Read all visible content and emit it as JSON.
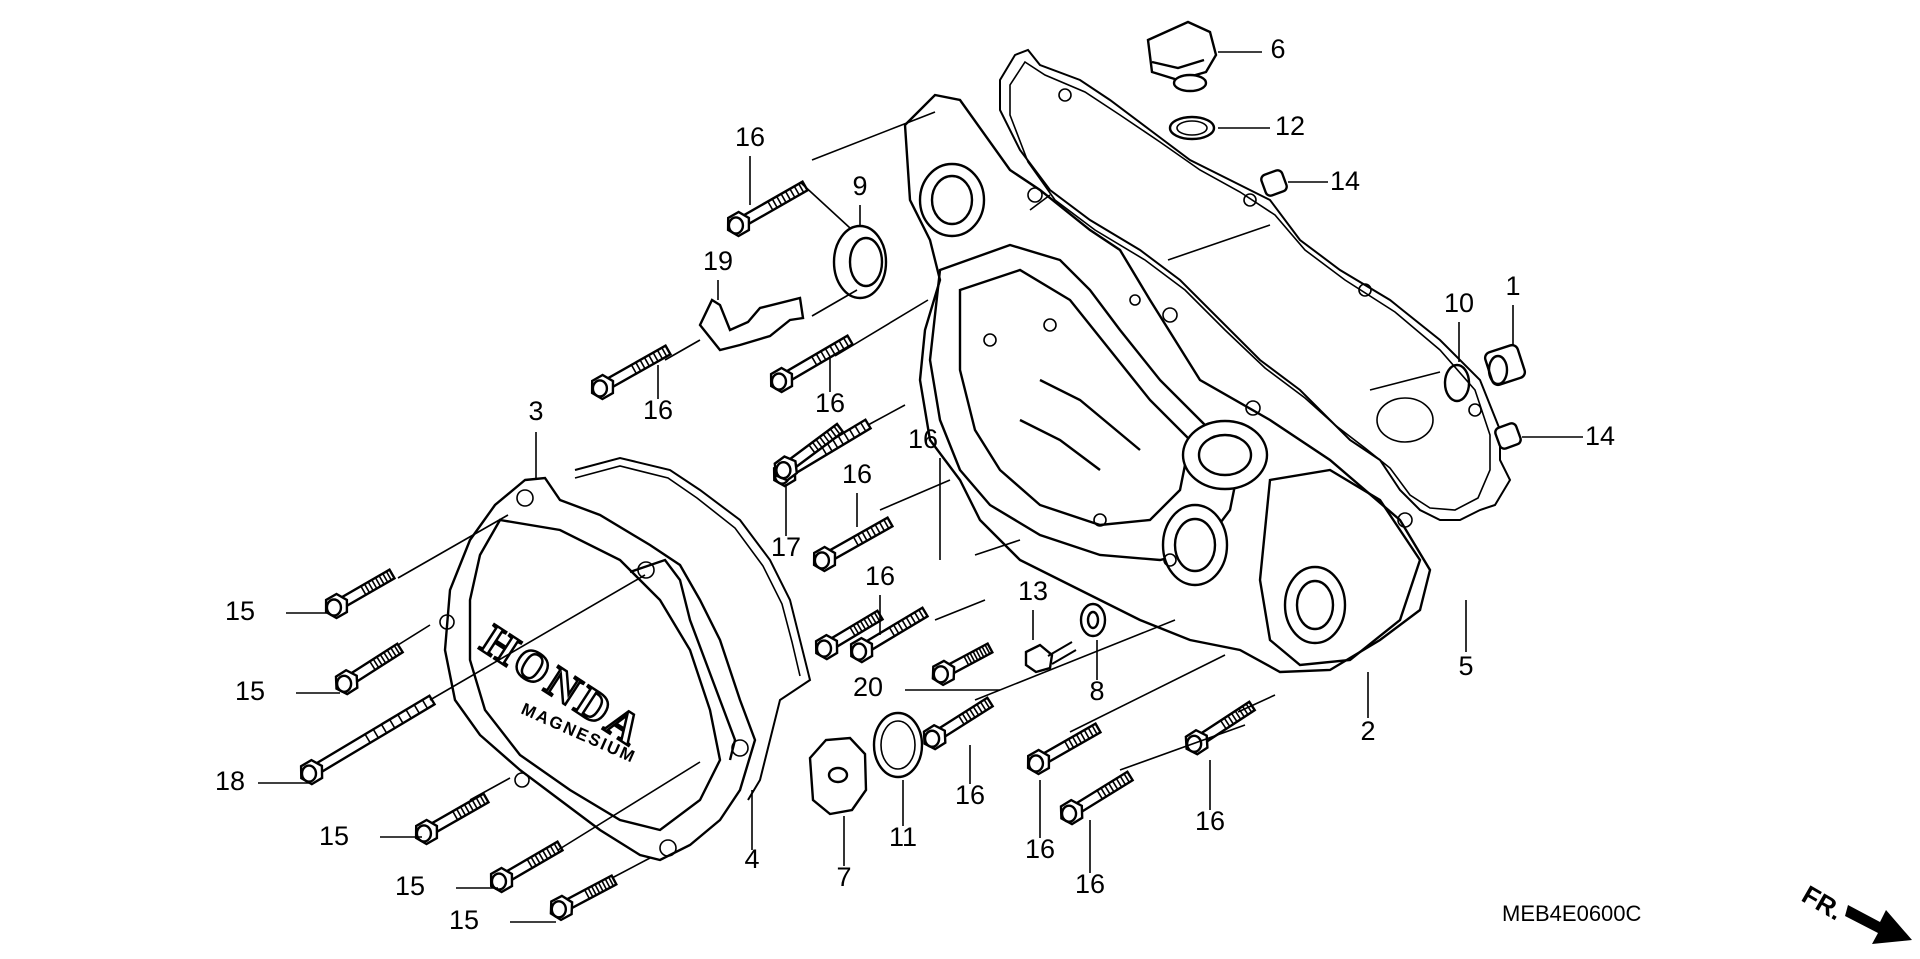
{
  "diagram": {
    "drawing_code": "MEB4E0600C",
    "direction_label": "FR.",
    "cover_brand": "HONDA",
    "cover_material": "MAGNESIUM",
    "callouts": {
      "c1": "1",
      "c2": "2",
      "c3": "3",
      "c4": "4",
      "c5": "5",
      "c6": "6",
      "c7": "7",
      "c8": "8",
      "c9": "9",
      "c10": "10",
      "c11": "11",
      "c12": "12",
      "c13": "13",
      "c14a": "14",
      "c14b": "14",
      "c15a": "15",
      "c15b": "15",
      "c15c": "15",
      "c15d": "15",
      "c15e": "15",
      "c16a": "16",
      "c16b": "16",
      "c16c": "16",
      "c16d": "16",
      "c16e": "16",
      "c16f": "16",
      "c16g": "16",
      "c16h": "16",
      "c16i": "16",
      "c16j": "16",
      "c17": "17",
      "c18": "18",
      "c19": "19",
      "c20": "20"
    }
  }
}
